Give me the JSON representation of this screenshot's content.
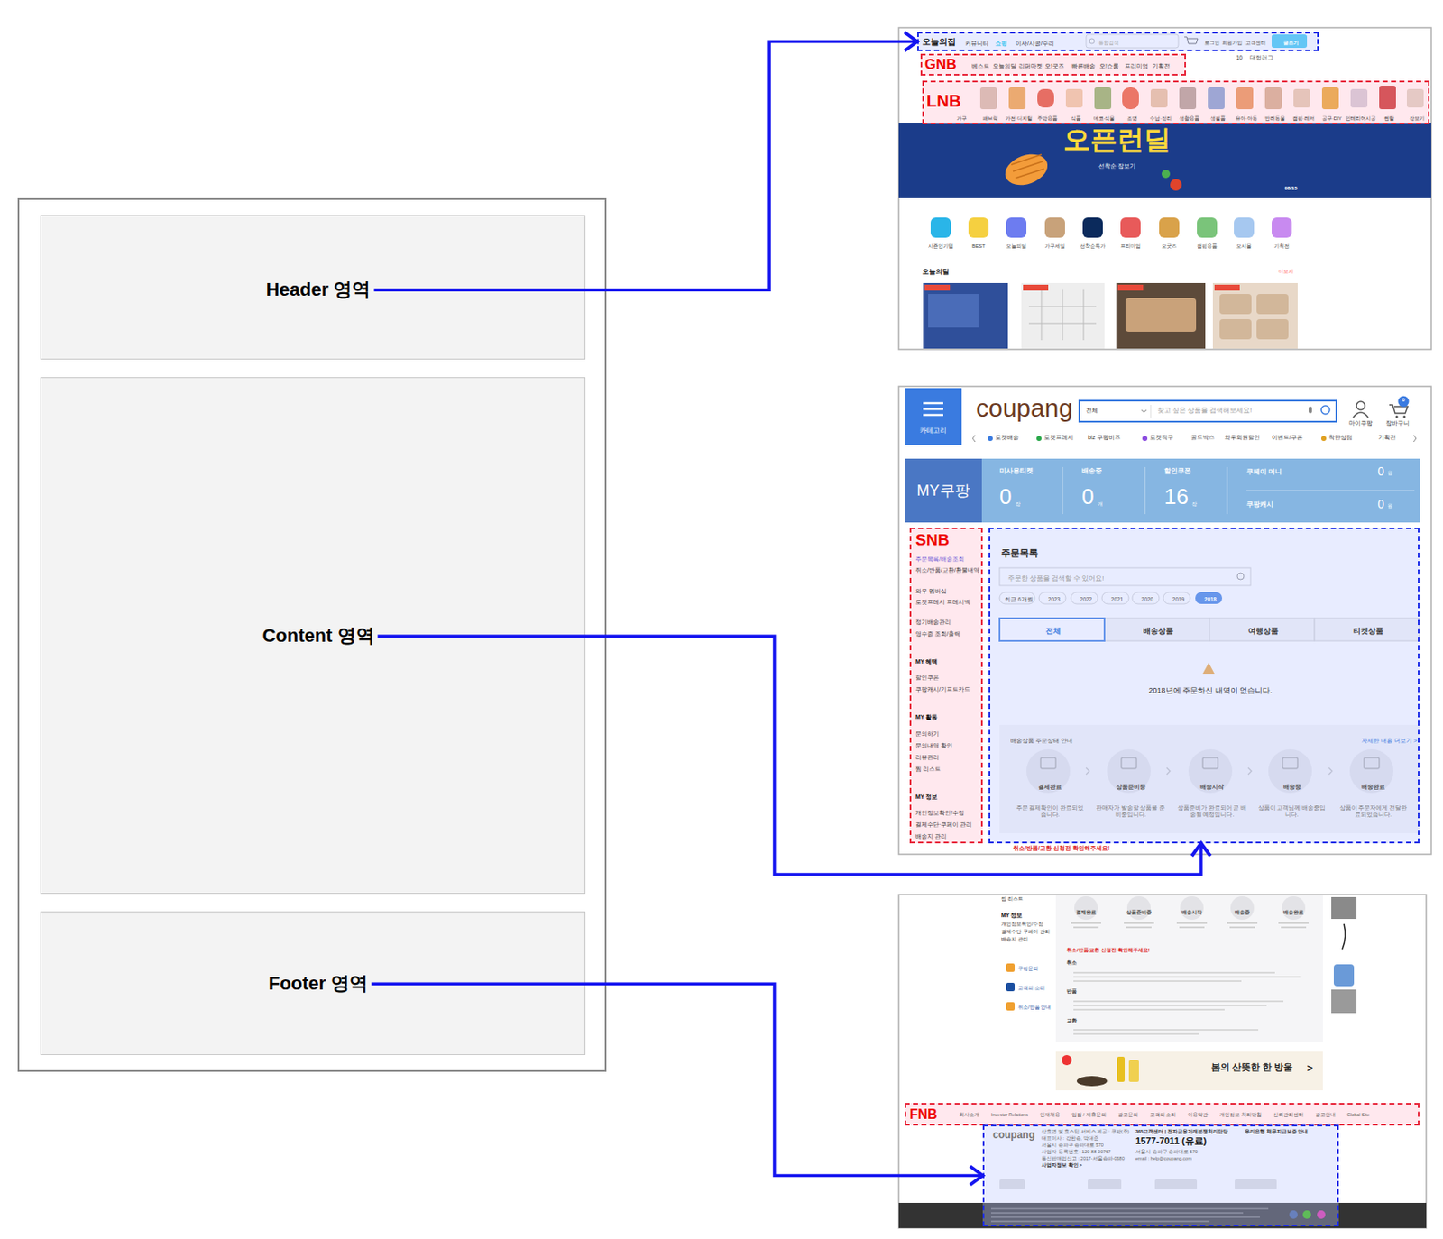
{
  "diagram": {
    "nodes": [
      {
        "text": [
          "Header 영역"
        ]
      },
      {
        "text": [
          "Content 영역"
        ]
      },
      {
        "text": [
          "Footer 영역"
        ]
      },
      {
        "text": [
          "오늘의집",
          "커뮤니티",
          "쇼핑",
          "이사/시공/수리",
          "통합검색",
          "로그인",
          "회원가입",
          "고객센터",
          "글쓰기"
        ]
      },
      {
        "text": [
          "GNB",
          "베스트",
          "오늘의딜",
          "리퍼마켓",
          "오!굿즈",
          "빠른배송",
          "오!쇼룸",
          "프리미엄",
          "기획전"
        ]
      },
      {
        "text": [
          "LNB",
          "가구",
          "패브릭",
          "가전·디지털",
          "주방용품",
          "식품",
          "데코·식물",
          "조명",
          "수납·정리",
          "생활용품",
          "생필품",
          "유아·아동",
          "반려동물",
          "캠핑·레저",
          "공구·DIY",
          "인테리어시공",
          "렌탈",
          "장보기"
        ]
      },
      {
        "text": [
          "SNB",
          "주문목록/배송조회",
          "취소/반품/교환/환불내역",
          "와우 멤버십",
          "로켓프레시 프레시백",
          "정기배송관리",
          "영수증 조회/출력",
          "MY 혜택",
          "할인쿠폰",
          "쿠팡캐시/기프트카드",
          "MY 활동",
          "문의하기",
          "문의내역 확인",
          "리뷰관리",
          "찜 리스트",
          "MY 정보",
          "개인정보확인/수정",
          "결제수단·쿠페이 관리",
          "배송지 관리"
        ]
      },
      {
        "text": [
          "주문목록",
          "주문한 상품을 검색할 수 있어요!",
          "최근 6개월",
          "2023",
          "2022",
          "2021",
          "2020",
          "2019",
          "2018",
          "전체",
          "배송상품",
          "여행상품",
          "티켓상품",
          "2018년에 주문하신 내역이 없습니다.",
          "배송상품 주문상태 안내",
          "자세한 내용 더보기 >",
          "결제완료",
          "상품준비중",
          "배송시작",
          "배송중",
          "배송완료",
          "주문 결제확인이 완료되었습니다.",
          "판매자가 발송할 상품을 준비중입니다.",
          "상품준비가 완료되어 곧 배송될 예정입니다.",
          "상품이 고객님께 배송중입니다.",
          "상품이 주문자에게 전달완료되었습니다."
        ]
      },
      {
        "text": [
          "FNB",
          "회사소개",
          "Investor Relations",
          "인재채용",
          "입점 / 제휴문의",
          "광고문의",
          "고객의 소리",
          "이용약관",
          "개인정보 처리방침",
          "신뢰관리센터",
          "광고안내",
          "Global Site"
        ]
      },
      {
        "text": [
          "coupang",
          "상호명 및 호스팅 서비스 제공 : 쿠팡(주)",
          "대표이사 : 강한승, 박대준",
          "서울시 송파구 송파대로 570",
          "사업자 등록번호 : 120-88-00767",
          "통신판매업신고 : 2017-서울송파-0680",
          "사업자정보 확인 >",
          "365고객센터 | 전자금융거래분쟁처리담당",
          "1577-7011 (유료)",
          "서울시 송파구 송파대로 570",
          "email : help@coupang.com",
          "우리은행 채무지급보증 안내"
        ]
      }
    ],
    "edges": [
      {
        "from": 0,
        "to": 3,
        "arrow": "to"
      },
      {
        "from": 1,
        "to": 7,
        "arrow": "to"
      },
      {
        "from": 2,
        "to": 9,
        "arrow": "to"
      }
    ],
    "labels": [
      "10",
      "대형러그",
      "오픈런딜",
      "선착순 장보기",
      "08/15",
      "시즌인기템",
      "BEST",
      "오늘의딜",
      "가구세일",
      "선착순특가",
      "프리미엄",
      "오굿즈",
      "캠핑용품",
      "오시몰",
      "기획전",
      "오늘의딜",
      "더보기",
      "카테고리",
      "coupang",
      "전체",
      "찾고 싶은 상품을 검색해보세요!",
      "마이쿠팡",
      "장바구니",
      "0",
      "로켓배송",
      "로켓프레시",
      "biz 쿠팡비즈",
      "로켓직구",
      "골드박스",
      "와우회원할인",
      "이벤트/쿠폰",
      "착한상점",
      "기획전",
      "MY쿠팡",
      "미사용티켓",
      "0",
      "장",
      "배송중",
      "0",
      "개",
      "할인쿠폰",
      "16",
      "장",
      "쿠페이 머니",
      "0",
      "원",
      "쿠팡캐시",
      "0",
      "원",
      "취소/반품/교환 신청전 확인해주세요!",
      "찜 리스트",
      "MY 정보",
      "개인정보확인/수정",
      "결제수단·쿠페이 관리",
      "배송지 관리",
      "결제완료",
      "상품준비중",
      "배송시작",
      "배송중",
      "배송완료",
      "취소/반품/교환 신청전 확인해주세요!",
      "취소",
      "반품",
      "교환",
      "쿠팡문의",
      "고객의 소리",
      "취소/반품 안내",
      "봄의 산뜻한 한 방울",
      ">"
    ]
  }
}
